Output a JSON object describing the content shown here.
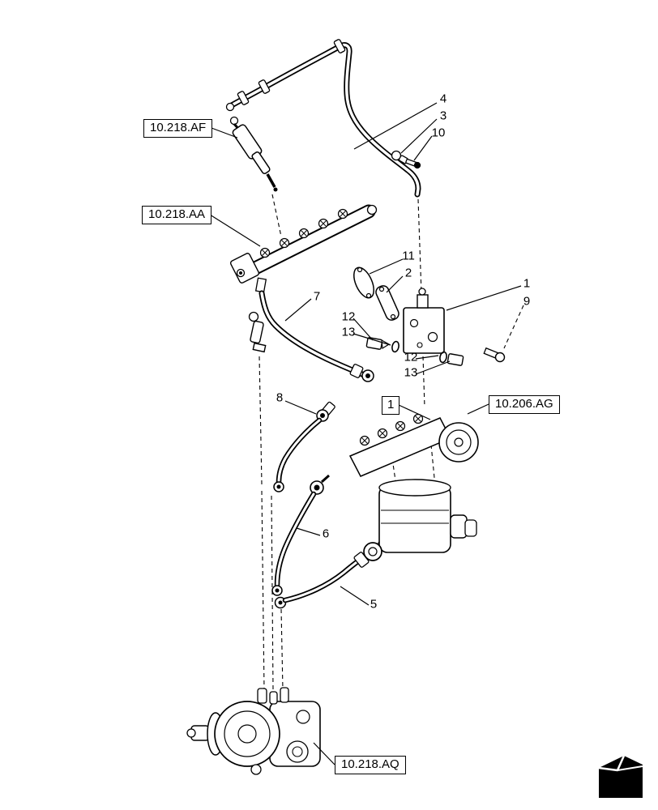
{
  "figure": {
    "kind": "exploded-parts-diagram",
    "background_color": "#ffffff",
    "line_color": "#000000"
  },
  "ref_boxes": {
    "af": {
      "label": "10.218.AF"
    },
    "aa": {
      "label": "10.218.AA"
    },
    "ag": {
      "label": "10.206.AG"
    },
    "aq": {
      "label": "10.218.AQ"
    },
    "detail": {
      "label": "1"
    }
  },
  "callouts": [
    {
      "label": "4"
    },
    {
      "label": "3"
    },
    {
      "label": "10"
    },
    {
      "label": "11"
    },
    {
      "label": "2"
    },
    {
      "label": "1"
    },
    {
      "label": "9"
    },
    {
      "label": "7"
    },
    {
      "label": "12"
    },
    {
      "label": "13"
    },
    {
      "label": "12"
    },
    {
      "label": "13"
    },
    {
      "label": "8"
    },
    {
      "label": "6"
    },
    {
      "label": "5"
    }
  ],
  "icons": {
    "corner_marker": "folded-page-marker-icon"
  }
}
